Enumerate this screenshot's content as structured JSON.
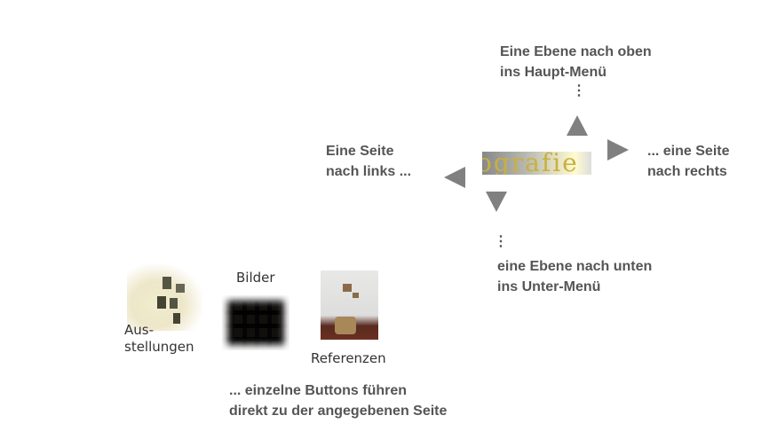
{
  "nav": {
    "up_text": [
      "Eine Ebene nach oben",
      "ins Haupt-Menü"
    ],
    "down_text": [
      "eine Ebene nach unten",
      "ins Unter-Menü"
    ],
    "left_text": [
      "Eine Seite",
      "nach links ..."
    ],
    "right_text": [
      "... eine Seite",
      "nach rechts"
    ],
    "dots": "⋮",
    "banner_text": "ografie"
  },
  "buttons": {
    "ausstellungen": [
      "Aus-",
      "stellungen"
    ],
    "bilder": "Bilder",
    "referenzen": "Referenzen"
  },
  "footer": [
    "... einzelne Buttons führen",
    "direkt zu der angegebenen Seite"
  ],
  "colors": {
    "arrow": "#808080",
    "text": "#555555"
  }
}
